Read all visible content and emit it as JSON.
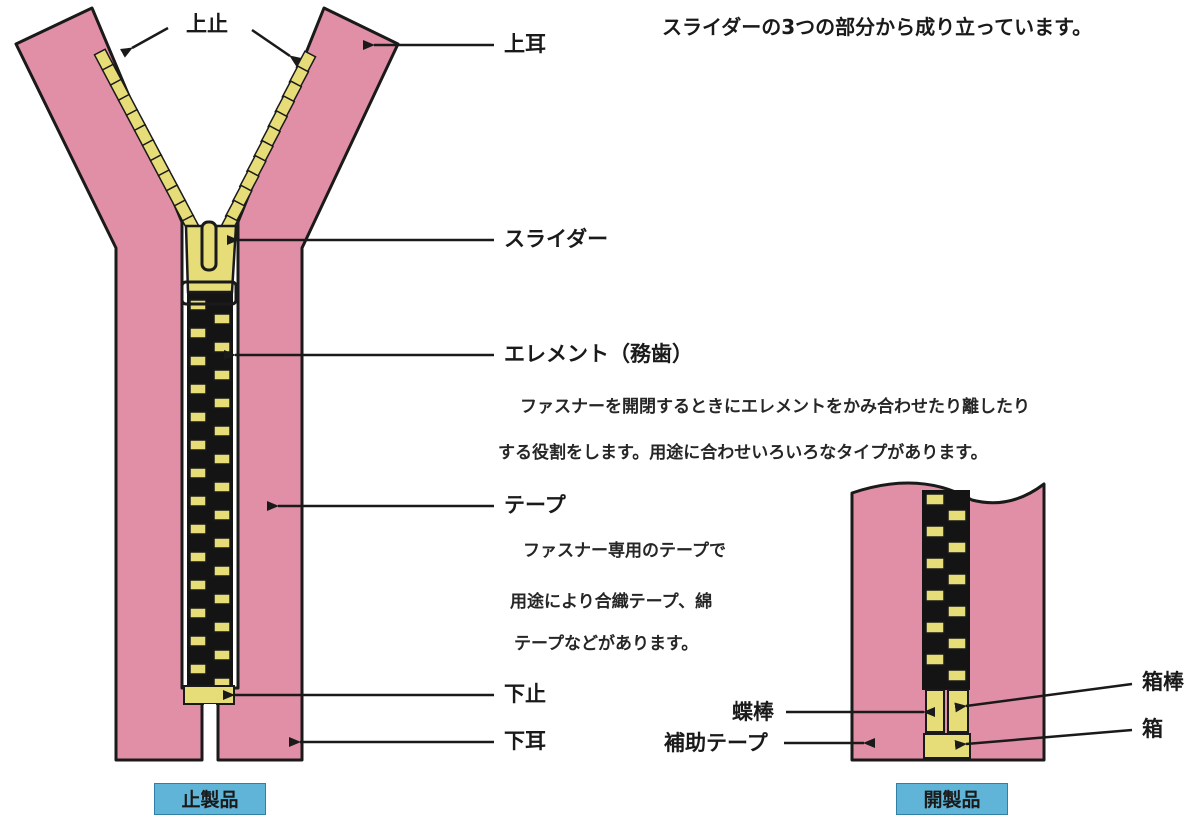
{
  "heading": "スライダーの3つの部分から成り立っています。",
  "labels": {
    "top_stop": "上止",
    "top_tape_end": "上耳",
    "slider": "スライダー",
    "element": "エレメント（務歯）",
    "tape": "テープ",
    "bottom_stop": "下止",
    "bottom_tape_end": "下耳",
    "retainer_pin": "箱棒",
    "insert_pin": "蝶棒",
    "box": "箱",
    "reinforcement_tape": "補助テープ"
  },
  "descriptions": {
    "element": [
      "ファスナーを開閉するときにエレメントをかみ合わせたり離したり",
      "する役割をします。用途に合わせいろいろなタイプがあります。"
    ],
    "tape": [
      "ファスナー専用のテープで",
      "用途により合織テープ、綿",
      "テープなどがあります。"
    ]
  },
  "product_tags": {
    "closed_end": "止製品",
    "open_end": "開製品"
  },
  "colors": {
    "tape": "#e08fa6",
    "element": "#e6dc78",
    "tag": "#5fb4d8",
    "outline": "#1a1a1a"
  }
}
